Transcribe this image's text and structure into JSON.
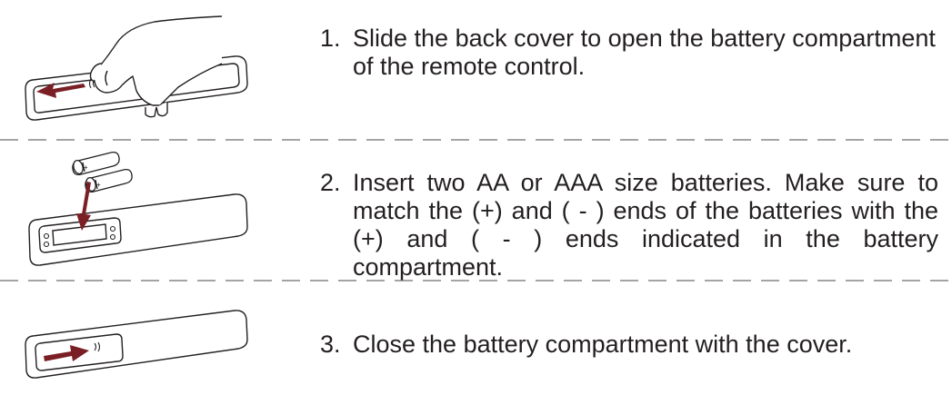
{
  "steps": [
    {
      "number": "1.",
      "text": "Slide the back cover to open the battery compartment of the remote control.",
      "illustration": "hand-sliding-cover-illustration"
    },
    {
      "number": "2.",
      "text": "Insert two AA or AAA size batteries. Make sure to match the (+) and ( - ) ends of the batteries with the (+) and ( - ) ends indicated in the battery compartment.",
      "illustration": "insert-batteries-illustration"
    },
    {
      "number": "3.",
      "text": "Close the battery compartment with the cover.",
      "illustration": "close-cover-illustration"
    }
  ],
  "battery_polarity_mark": "+",
  "colors": {
    "arrow": "#7a1f24",
    "outline": "#231f20",
    "text": "#231f20",
    "divider": "#6d6e71"
  }
}
